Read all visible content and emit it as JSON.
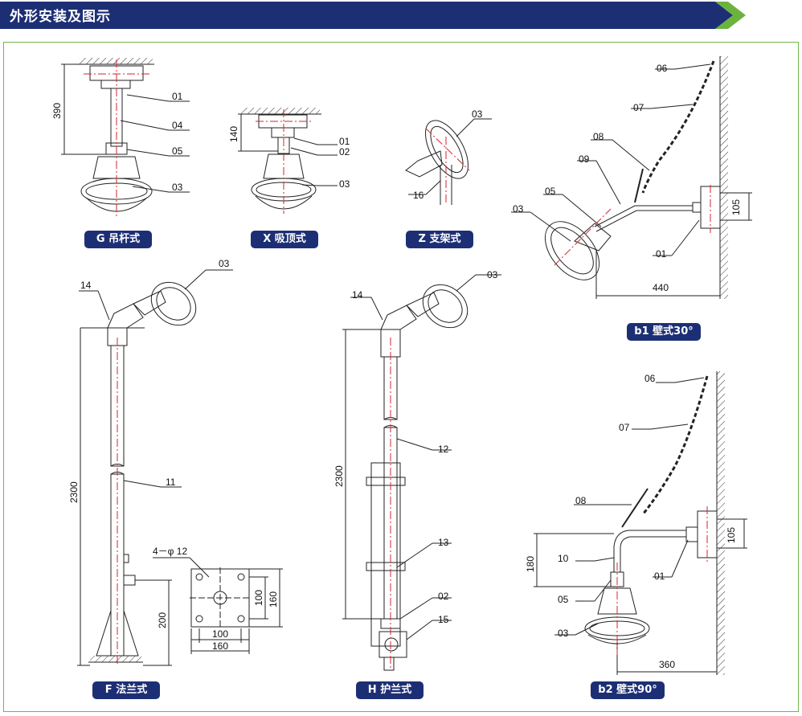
{
  "header": {
    "title": "外形安装及图示"
  },
  "labels": {
    "g": "G 吊杆式",
    "x": "X 吸顶式",
    "z": "Z 支架式",
    "b1": "b1 壁式30°",
    "f": "F 法兰式",
    "h": "H 护兰式",
    "b2": "b2 壁式90°"
  },
  "parts": {
    "p01": "01",
    "p02": "02",
    "p03": "03",
    "p04": "04",
    "p05": "05",
    "p06": "06",
    "p07": "07",
    "p08": "08",
    "p09": "09",
    "p10": "10",
    "p11": "11",
    "p12": "12",
    "p13": "13",
    "p14": "14",
    "p15": "15",
    "p16": "16"
  },
  "dims": {
    "g_height": "390",
    "x_height": "140",
    "b1_width": "440",
    "b1_height": "105",
    "f_height": "2300",
    "f_base": "200",
    "flange_holes": "4－φ 12",
    "flange_inner": "100",
    "flange_outer": "160",
    "flange_inner_v": "100",
    "flange_outer_v": "160",
    "h_height": "2300",
    "b2_height": "105",
    "b2_drop": "180",
    "b2_width": "360"
  },
  "colors": {
    "header_bg": "#1d2f74",
    "header_arrow": "#6cb33e",
    "frame": "#73b848",
    "label_bg": "#1d2f74",
    "centerline": "#d9232e"
  }
}
